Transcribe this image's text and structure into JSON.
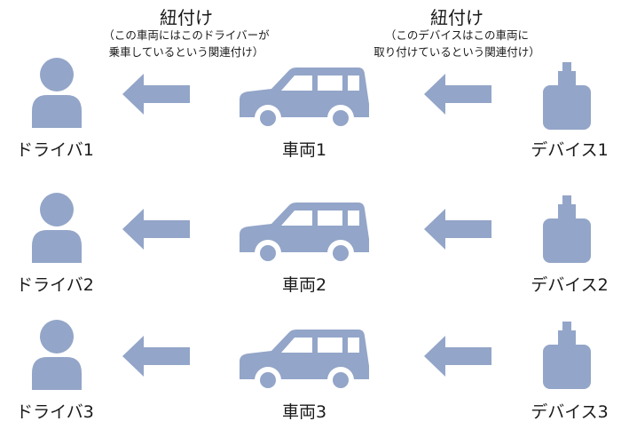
{
  "colors": {
    "icon": "#93a5c8",
    "text": "#1a1a1a",
    "background": "#ffffff"
  },
  "annotations": {
    "left": {
      "heading": "紐付け",
      "note_line1": "（この車両にはこのドライバーが",
      "note_line2": "乗車しているという関連付け）"
    },
    "right": {
      "heading": "紐付け",
      "note_line1": "（このデバイスはこの車両に",
      "note_line2": "取り付けているという関連付け）"
    }
  },
  "rows": [
    {
      "driver": "ドライバ1",
      "vehicle": "車両1",
      "device": "デバイス1"
    },
    {
      "driver": "ドライバ2",
      "vehicle": "車両2",
      "device": "デバイス2"
    },
    {
      "driver": "ドライバ3",
      "vehicle": "車両3",
      "device": "デバイス3"
    }
  ],
  "icons": {
    "driver": "person-icon",
    "vehicle": "car-icon",
    "device": "device-icon",
    "link": "arrow-left-icon"
  }
}
